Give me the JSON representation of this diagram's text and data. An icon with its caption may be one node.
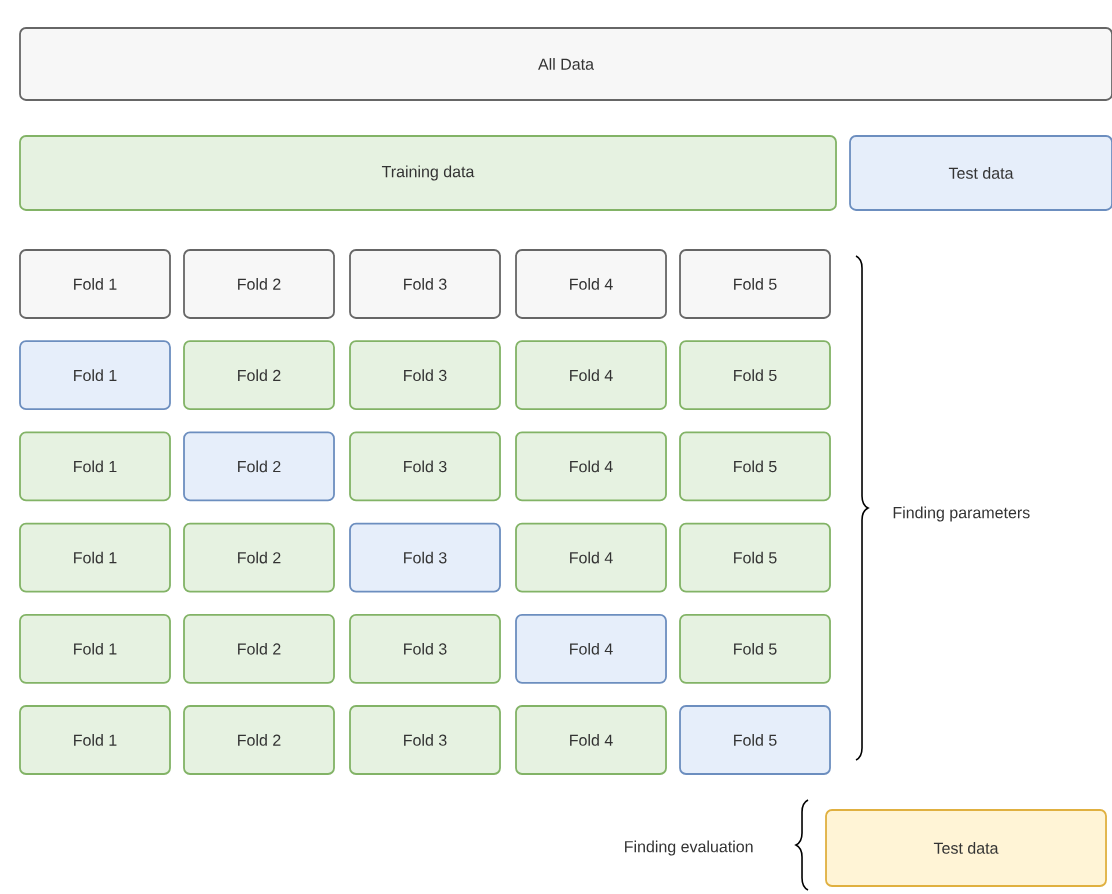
{
  "diagram": {
    "nodes": [
      {
        "text": [
          "All Data"
        ]
      },
      {
        "text": [
          "Training data"
        ]
      },
      {
        "text": [
          "Test data"
        ]
      },
      {
        "text": [
          "Fold 1"
        ]
      },
      {
        "text": [
          "Fold 2"
        ]
      },
      {
        "text": [
          "Fold 3"
        ]
      },
      {
        "text": [
          "Fold 4"
        ]
      },
      {
        "text": [
          "Fold 5"
        ]
      },
      {
        "text": [
          "Fold 1"
        ]
      },
      {
        "text": [
          "Fold 2"
        ]
      },
      {
        "text": [
          "Fold 3"
        ]
      },
      {
        "text": [
          "Fold 4"
        ]
      },
      {
        "text": [
          "Fold 5"
        ]
      },
      {
        "text": [
          "Fold 1"
        ]
      },
      {
        "text": [
          "Fold 2"
        ]
      },
      {
        "text": [
          "Fold 3"
        ]
      },
      {
        "text": [
          "Fold 4"
        ]
      },
      {
        "text": [
          "Fold 5"
        ]
      },
      {
        "text": [
          "Fold 1"
        ]
      },
      {
        "text": [
          "Fold 2"
        ]
      },
      {
        "text": [
          "Fold 3"
        ]
      },
      {
        "text": [
          "Fold 4"
        ]
      },
      {
        "text": [
          "Fold 5"
        ]
      },
      {
        "text": [
          "Fold 1"
        ]
      },
      {
        "text": [
          "Fold 2"
        ]
      },
      {
        "text": [
          "Fold 3"
        ]
      },
      {
        "text": [
          "Fold 4"
        ]
      },
      {
        "text": [
          "Fold 5"
        ]
      },
      {
        "text": [
          "Fold 1"
        ]
      },
      {
        "text": [
          "Fold 2"
        ]
      },
      {
        "text": [
          "Fold 3"
        ]
      },
      {
        "text": [
          "Fold 4"
        ]
      },
      {
        "text": [
          "Fold 5"
        ]
      },
      {
        "text": [
          "Test data"
        ]
      }
    ],
    "labels": [
      "Finding parameters",
      "Finding evaluation"
    ]
  }
}
